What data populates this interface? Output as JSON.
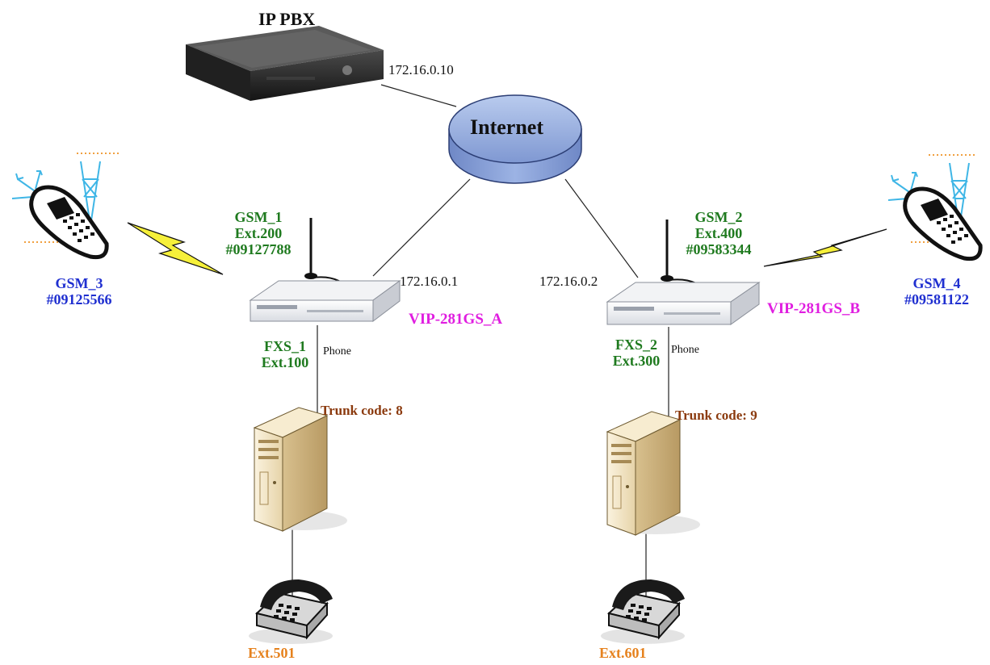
{
  "ip_pbx": {
    "title": "IP PBX",
    "ip": "172.16.0.10"
  },
  "internet": {
    "label": "Internet"
  },
  "gateway_a": {
    "name": "VIP-281GS_A",
    "ip": "172.16.0.1",
    "gsm_label": [
      "GSM_1",
      "Ext.200",
      "#09127788"
    ],
    "fxs_label": [
      "FXS_1",
      "Ext.100"
    ],
    "phone_port": "Phone",
    "trunk_code": "Trunk code: 8"
  },
  "gateway_b": {
    "name": "VIP-281GS_B",
    "ip": "172.16.0.2",
    "gsm_label": [
      "GSM_2",
      "Ext.400",
      "#09583344"
    ],
    "fxs_label": [
      "FXS_2",
      "Ext.300"
    ],
    "phone_port": "Phone",
    "trunk_code": "Trunk code: 9"
  },
  "mobile_left": {
    "label": [
      "GSM_3",
      "#09125566"
    ]
  },
  "mobile_right": {
    "label": [
      "GSM_4",
      "#09581122"
    ]
  },
  "phone_left": {
    "label": "Ext.501"
  },
  "phone_right": {
    "label": "Ext.601"
  },
  "colors": {
    "gsm_text": "#1f7a1f",
    "mobile_text": "#1f2fd0",
    "gateway_name": "#e01ee0",
    "trunk_text": "#8b3a0e",
    "extension_text": "#e6821e",
    "internet_fill": "#8fa8dc",
    "lightning": "#f6f03a"
  }
}
